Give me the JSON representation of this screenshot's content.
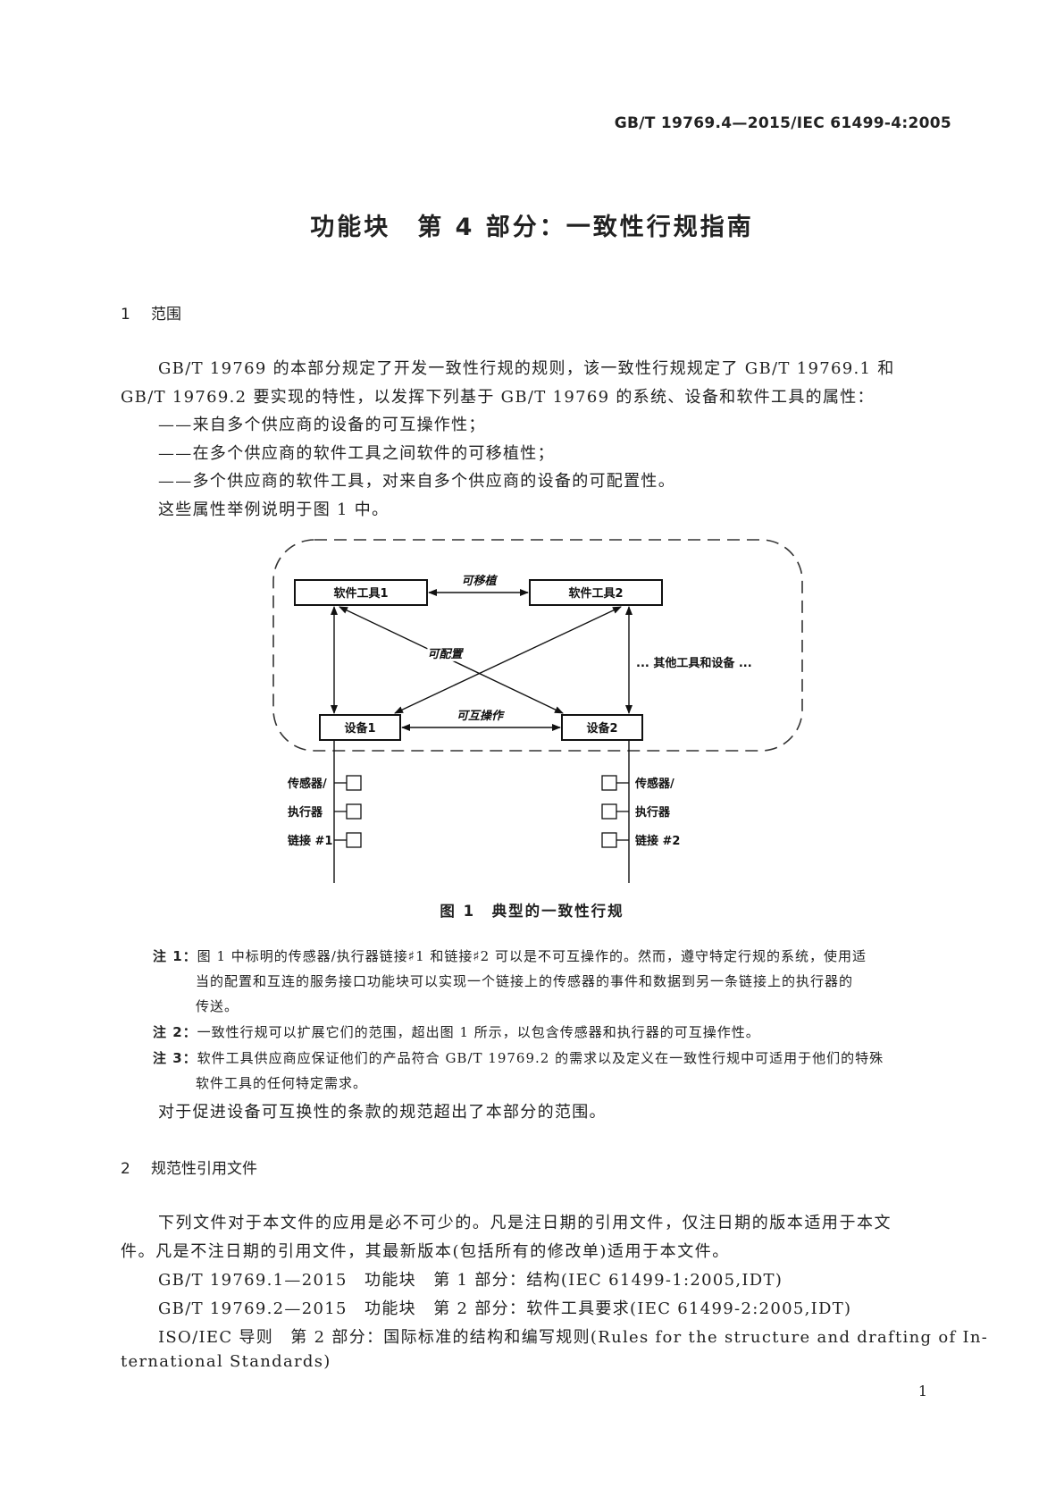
{
  "header": {
    "standard_no": "GB/T  19769.4—2015/IEC 61499-4:2005"
  },
  "title": "功能块　第 4 部分：一致性行规指南",
  "section1": {
    "num": "1",
    "title": "范围",
    "para1_line1": "GB/T 19769 的本部分规定了开发一致性行规的规则，该一致性行规规定了 GB/T 19769.1 和",
    "para1_line2": "GB/T 19769.2 要实现的特性，以发挥下列基于 GB/T 19769 的系统、设备和软件工具的属性：",
    "items": [
      "——来自多个供应商的设备的可互操作性；",
      "——在多个供应商的软件工具之间软件的可移植性；",
      "——多个供应商的软件工具，对来自多个供应商的设备的可配置性。"
    ],
    "para2": "这些属性举例说明于图 1 中。"
  },
  "figure": {
    "tool1": "软件工具1",
    "tool2": "软件工具2",
    "portable": "可移植",
    "configurable": "可配置",
    "others": "... 其他工具和设备 ...",
    "device1": "设备1",
    "device2": "设备2",
    "interop": "可互操作",
    "sensor": "传感器/",
    "actuator": "执行器",
    "link1": "链接 #1",
    "link2": "链接 #2",
    "caption": "图 1　典型的一致性行规"
  },
  "notes": [
    {
      "label": "注 1：",
      "lines": [
        "图 1 中标明的传感器/执行器链接♯1 和链接♯2 可以是不可互操作的。然而，遵守特定行规的系统，使用适",
        "当的配置和互连的服务接口功能块可以实现一个链接上的传感器的事件和数据到另一条链接上的执行器的",
        "传送。"
      ]
    },
    {
      "label": "注 2：",
      "lines": [
        "一致性行规可以扩展它们的范围，超出图 1 所示，以包含传感器和执行器的可互操作性。"
      ]
    },
    {
      "label": "注 3：",
      "lines": [
        "软件工具供应商应保证他们的产品符合 GB/T 19769.2 的需求以及定义在一致性行规中可适用于他们的特殊",
        "软件工具的任何特定需求。"
      ]
    }
  ],
  "para_after_notes": "对于促进设备可互换性的条款的规范超出了本部分的范围。",
  "section2": {
    "num": "2",
    "title": "规范性引用文件",
    "para_line1": "下列文件对于本文件的应用是必不可少的。凡是注日期的引用文件，仅注日期的版本适用于本文",
    "para_line2": "件。凡是不注日期的引用文件，其最新版本(包括所有的修改单)适用于本文件。",
    "refs": [
      "GB/T 19769.1—2015　功能块　第 1 部分：结构(IEC 61499-1:2005,IDT)",
      "GB/T 19769.2—2015　功能块　第 2 部分：软件工具要求(IEC 61499-2:2005,IDT)",
      "ISO/IEC 导则　第 2 部分：国际标准的结构和编写规则(Rules for the structure and drafting of In-"
    ],
    "ref_cont": "ternational Standards)"
  },
  "page_number": "1"
}
